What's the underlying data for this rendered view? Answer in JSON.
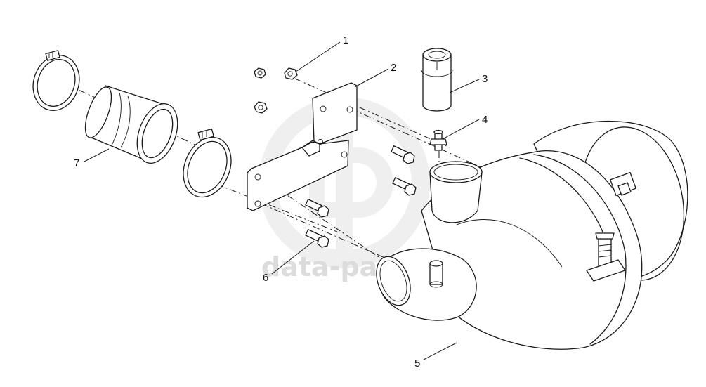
{
  "watermark": {
    "text": "data-parts"
  },
  "callouts": [
    {
      "id": "1",
      "label": "1"
    },
    {
      "id": "2",
      "label": "2"
    },
    {
      "id": "3",
      "label": "3"
    },
    {
      "id": "4",
      "label": "4"
    },
    {
      "id": "5",
      "label": "5"
    },
    {
      "id": "6",
      "label": "6"
    },
    {
      "id": "7",
      "label": "7"
    }
  ],
  "colors": {
    "line": "#1a1a1a",
    "watermark": "#dcdcdc",
    "background": "#ffffff"
  }
}
